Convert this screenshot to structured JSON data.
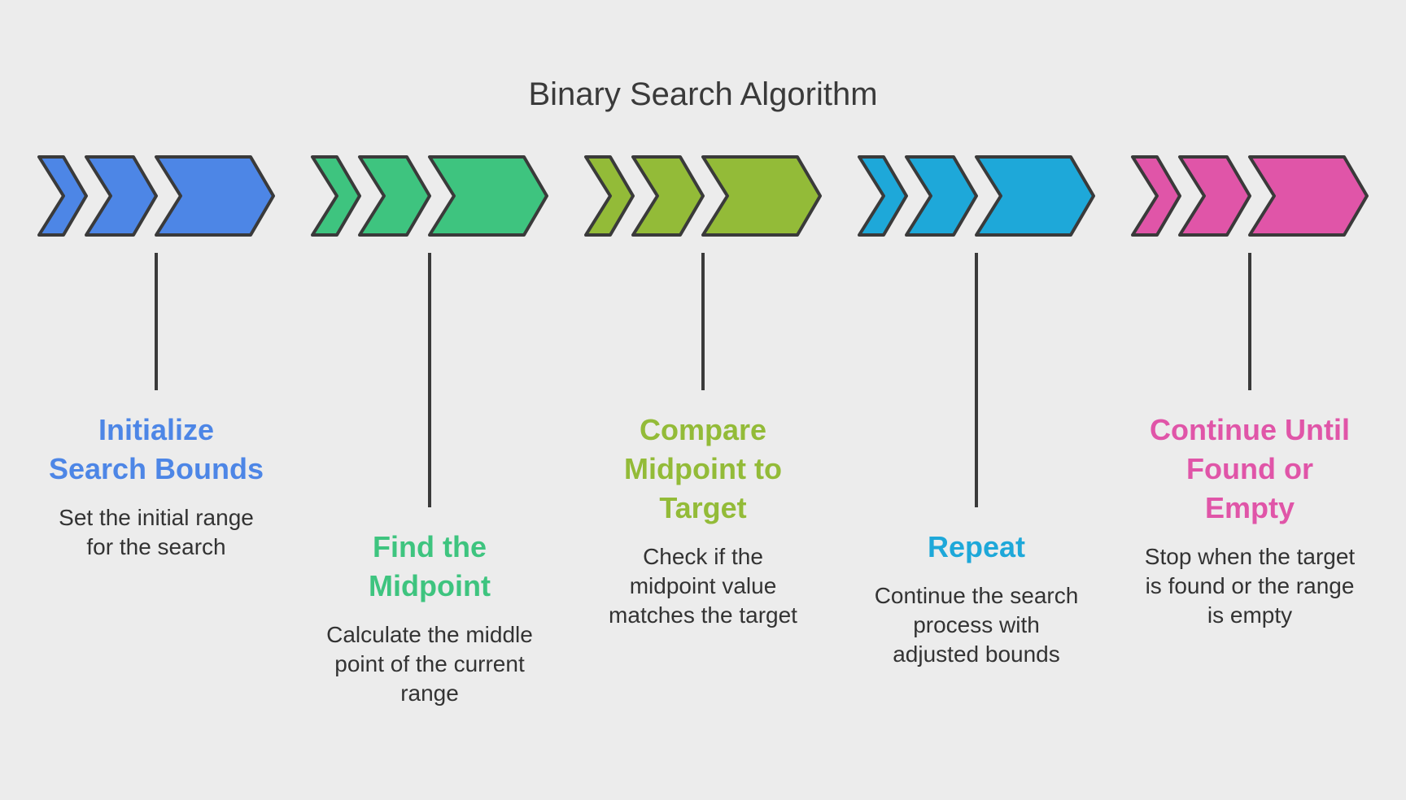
{
  "title": "Binary Search Algorithm",
  "steps": [
    {
      "id": "initialize",
      "color": "#4d86e6",
      "title_lines": [
        "Initialize",
        "Search Bounds"
      ],
      "description_lines": [
        "Set the initial range",
        "for the search"
      ]
    },
    {
      "id": "midpoint",
      "color": "#3ec47f",
      "title_lines": [
        "Find the",
        "Midpoint"
      ],
      "description_lines": [
        "Calculate the middle",
        "point of the current",
        "range"
      ]
    },
    {
      "id": "compare",
      "color": "#93bb38",
      "title_lines": [
        "Compare",
        "Midpoint to",
        "Target"
      ],
      "description_lines": [
        "Check if the",
        "midpoint value",
        "matches the target"
      ]
    },
    {
      "id": "repeat",
      "color": "#1ea8d9",
      "title_lines": [
        "Repeat"
      ],
      "description_lines": [
        "Continue the search",
        "process with",
        "adjusted bounds"
      ]
    },
    {
      "id": "continue",
      "color": "#e055a8",
      "title_lines": [
        "Continue Until",
        "Found or",
        "Empty"
      ],
      "description_lines": [
        "Stop when the target",
        "is found or the range",
        "is empty"
      ]
    }
  ]
}
